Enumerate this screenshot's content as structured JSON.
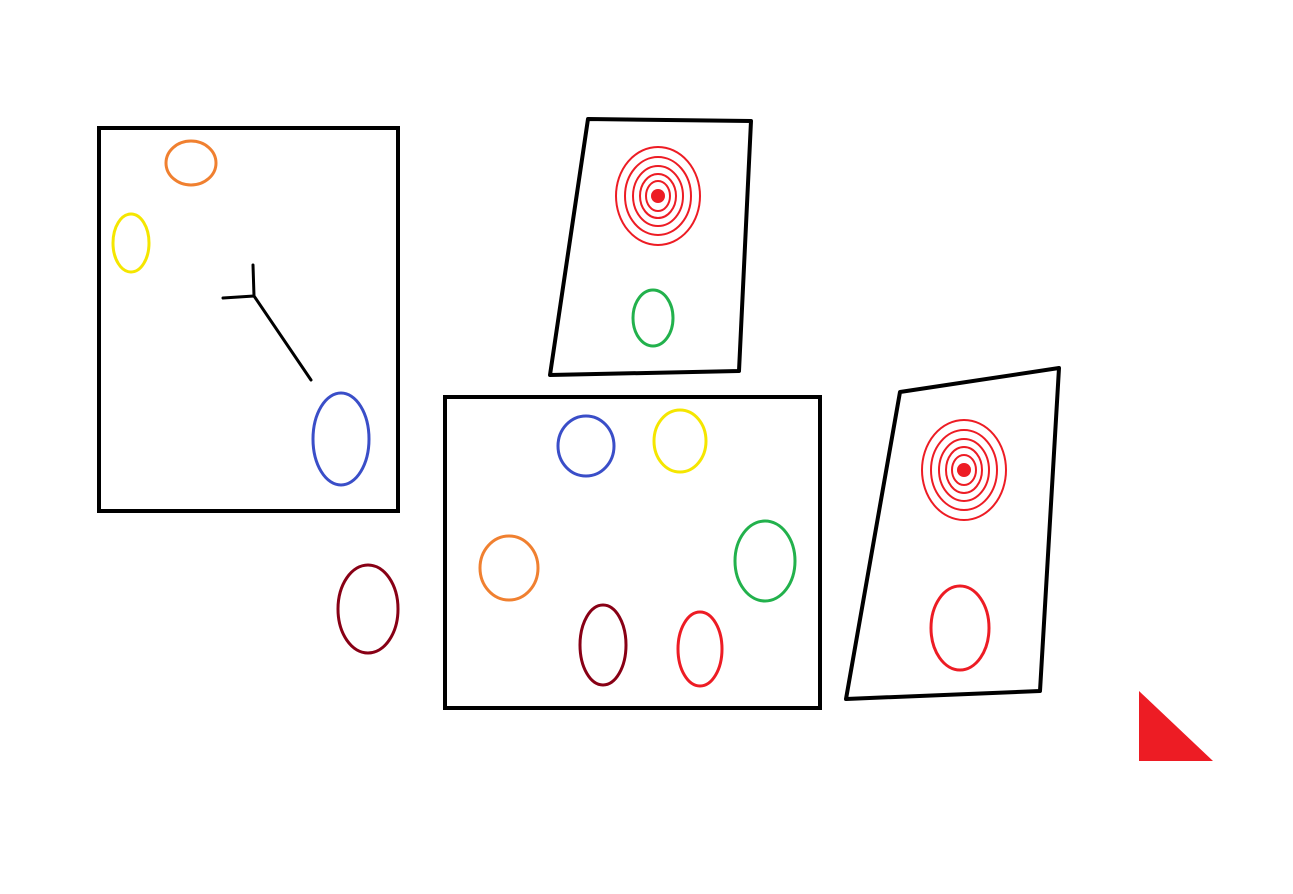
{
  "colors": {
    "outline": "#000000",
    "orange": "#f08030",
    "yellow": "#f5e600",
    "blue": "#3a4ec8",
    "green": "#22b14c",
    "dark_red": "#880015",
    "red": "#ed1c24",
    "background": "#ffffff"
  },
  "shapes": {
    "frames": [
      "rectangle",
      "trapezoid",
      "rectangle",
      "trapezoid"
    ],
    "ovals": [
      "orange",
      "yellow",
      "blue",
      "green",
      "dark-red",
      "red"
    ],
    "targets": 2,
    "triangle": "red"
  }
}
